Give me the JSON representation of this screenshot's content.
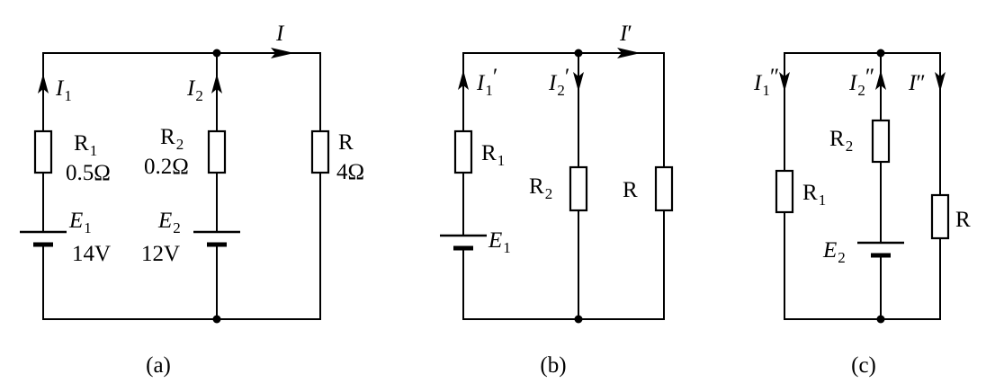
{
  "colors": {
    "ink": "#000000",
    "background": "#ffffff"
  },
  "a": {
    "caption": "(a)",
    "i_total": "I",
    "i1": {
      "sym": "I",
      "sub": "1"
    },
    "i2": {
      "sym": "I",
      "sub": "2"
    },
    "r1": {
      "sym": "R",
      "sub": "1",
      "value": "0.5Ω"
    },
    "r2": {
      "sym": "R",
      "sub": "2",
      "value": "0.2Ω"
    },
    "r": {
      "sym": "R",
      "value": "4Ω"
    },
    "e1": {
      "sym": "E",
      "sub": "1",
      "value": "14V"
    },
    "e2": {
      "sym": "E",
      "sub": "2",
      "value": "12V"
    }
  },
  "b": {
    "caption": "(b)",
    "i_total": {
      "sym": "I",
      "prime": "′"
    },
    "i1": {
      "sym": "I",
      "sub": "1",
      "prime": "′"
    },
    "i2": {
      "sym": "I",
      "sub": "2",
      "prime": "′"
    },
    "r1": {
      "sym": "R",
      "sub": "1"
    },
    "r2": {
      "sym": "R",
      "sub": "2"
    },
    "r": {
      "sym": "R"
    },
    "e1": {
      "sym": "E",
      "sub": "1"
    }
  },
  "c": {
    "caption": "(c)",
    "i1": {
      "sym": "I",
      "sub": "1",
      "prime": "″"
    },
    "i2": {
      "sym": "I",
      "sub": "2",
      "prime": "″"
    },
    "i_r": {
      "sym": "I",
      "prime": "″"
    },
    "r1": {
      "sym": "R",
      "sub": "1"
    },
    "r2": {
      "sym": "R",
      "sub": "2"
    },
    "r": {
      "sym": "R"
    },
    "e2": {
      "sym": "E",
      "sub": "2"
    }
  }
}
